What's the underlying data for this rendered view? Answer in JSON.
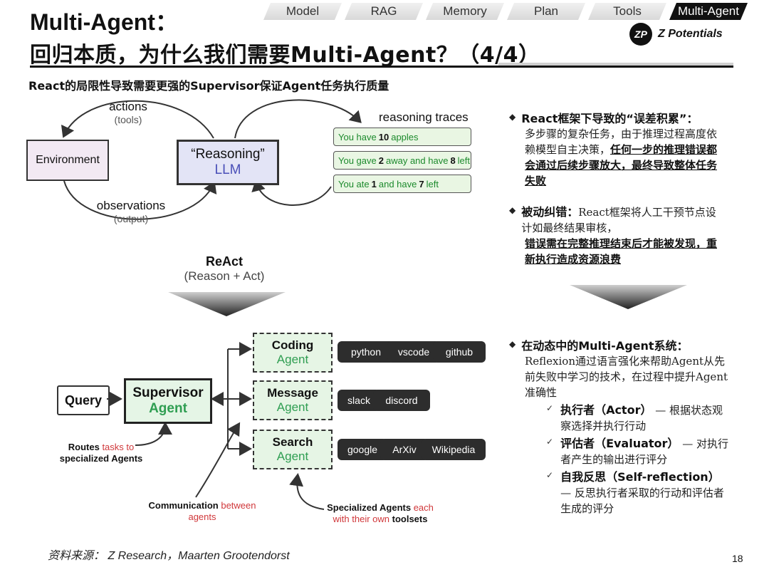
{
  "header": {
    "title_line1": "Multi-Agent：",
    "title_line2": "回归本质，为什么我们需要Multi-Agent？（4/4）",
    "tabs": [
      {
        "label": "Model"
      },
      {
        "label": "RAG"
      },
      {
        "label": "Memory"
      },
      {
        "label": "Plan"
      },
      {
        "label": "Tools"
      },
      {
        "label": "Multi-Agent",
        "active": true
      }
    ],
    "logo_mark": "ZP",
    "logo_text": "Z Potentials"
  },
  "subtitle": "React的局限性导致需要更强的Supervisor保证Agent任务执行质量",
  "react_diagram": {
    "environment": "Environment",
    "llm_line1": "“Reasoning”",
    "llm_line2": "LLM",
    "actions": "actions",
    "actions_sub": "(tools)",
    "observations": "observations",
    "observations_sub": "(output)",
    "traces_title": "reasoning traces",
    "traces": [
      {
        "pre": "You have",
        "num": "10",
        "post": "apples"
      },
      {
        "pre": "You gave",
        "num": "2",
        "post": "away and have",
        "num2": "8",
        "post2": "left"
      },
      {
        "pre": "You ate",
        "num": "1",
        "post": "and have",
        "num2": "7",
        "post2": "left"
      }
    ],
    "react_label": "ReAct",
    "react_sub": "(Reason + Act)"
  },
  "bullets": [
    {
      "head": "React框架下导致的“误差积累”：",
      "text": "多步骤的复杂任务，由于推理过程高度依赖模型自主决策，",
      "emph": "任何一步的推理错误都会通过后续步骤放大，最终导致整体任务失败"
    },
    {
      "head": "被动纠错：",
      "text": "React框架将人工干预节点设计如最终结果审核，",
      "emph": "错误需在完整推理结束后才能被发现，重新执行造成资源浪费"
    },
    {
      "head": "在动态中的Multi-Agent系统：",
      "text": "Reflexion通过语言强化来帮助Agent从先前失败中学习的技术，在过程中提升Agent准确性",
      "sub": [
        {
          "head": "执行者（Actor）",
          "text": "— 根据状态观察选择并执行行动"
        },
        {
          "head": "评估者（Evaluator）",
          "text": "— 对执行者产生的输出进行评分"
        },
        {
          "head": "自我反思（Self-reflection）",
          "text": "— 反思执行者采取的行动和评估者生成的评分"
        }
      ]
    }
  ],
  "multi_agent_diagram": {
    "query": "Query",
    "supervisor_l1": "Supervisor",
    "supervisor_l2": "Agent",
    "agents": [
      {
        "l1": "Coding",
        "l2": "Agent",
        "tools": [
          "python",
          "vscode",
          "github"
        ]
      },
      {
        "l1": "Message",
        "l2": "Agent",
        "tools": [
          "slack",
          "discord"
        ]
      },
      {
        "l1": "Search",
        "l2": "Agent",
        "tools": [
          "google",
          "ArXiv",
          "Wikipedia"
        ]
      }
    ],
    "note_routes_a": "Routes",
    "note_routes_b": "tasks to",
    "note_routes_c": "specialized Agents",
    "note_comm_a": "Communication",
    "note_comm_b": "between",
    "note_comm_c": "agents",
    "note_spec_a": "Specialized Agents",
    "note_spec_b": "each",
    "note_spec_c": "with their own",
    "note_spec_d": "toolsets"
  },
  "footer": "资料来源： Z Research，Maarten Grootendorst",
  "page_number": "18"
}
